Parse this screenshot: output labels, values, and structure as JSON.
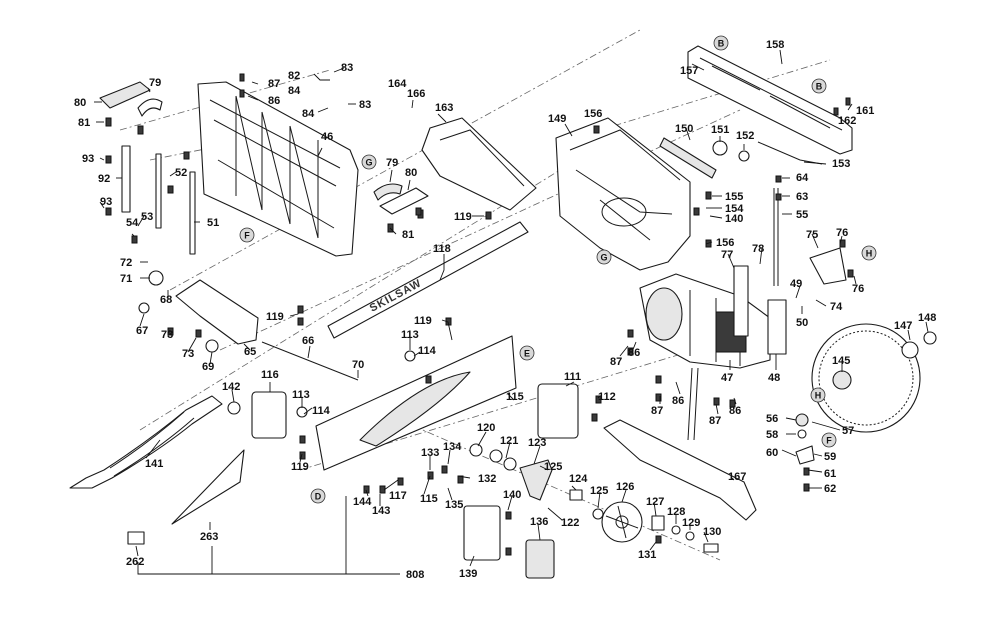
{
  "diagram": {
    "brand_text": "SKILSAW",
    "callouts": {
      "c1": "158",
      "c2": "157",
      "c3": "161",
      "c4": "162",
      "c5": "153",
      "c6": "150",
      "c7": "151",
      "c8": "152",
      "c9": "149",
      "c10": "156",
      "c11": "164",
      "c12": "166",
      "c13": "163",
      "c14": "83",
      "c15": "82",
      "c16": "84",
      "c17": "83",
      "c18": "84",
      "c19": "87",
      "c20": "86",
      "c21": "80",
      "c22": "79",
      "c23": "81",
      "c24": "46",
      "c25": "93",
      "c26": "92",
      "c27": "52",
      "c28": "93",
      "c29": "53",
      "c30": "54",
      "c31": "51",
      "c32": "79",
      "c33": "80",
      "c34": "81",
      "c35": "119",
      "c36": "118",
      "c37": "64",
      "c38": "63",
      "c39": "55",
      "c40": "155",
      "c41": "154",
      "c42": "140",
      "c43": "156",
      "c44": "72",
      "c45": "71",
      "c46": "68",
      "c47": "67",
      "c48": "73",
      "c49": "73",
      "c50": "69",
      "c51": "65",
      "c52": "66",
      "c53": "70",
      "c54": "119",
      "c55": "119",
      "c56": "113",
      "c57": "114",
      "c58": "77",
      "c59": "78",
      "c60": "75",
      "c61": "76",
      "c62": "76",
      "c63": "49",
      "c64": "74",
      "c65": "50",
      "c66": "147",
      "c67": "148",
      "c68": "145",
      "c69": "87",
      "c70": "86",
      "c71": "47",
      "c72": "48",
      "c73": "87",
      "c74": "86",
      "c75": "87",
      "c76": "86",
      "c77": "142",
      "c78": "116",
      "c79": "113",
      "c80": "114",
      "c81": "111",
      "c82": "112",
      "c83": "115",
      "c84": "141",
      "c85": "120",
      "c86": "121",
      "c87": "123",
      "c88": "134",
      "c89": "133",
      "c90": "132",
      "c91": "119",
      "c92": "144",
      "c93": "117",
      "c94": "143",
      "c95": "115",
      "c96": "135",
      "c97": "125",
      "c98": "124",
      "c99": "125",
      "c100": "126",
      "c101": "167",
      "c102": "56",
      "c103": "57",
      "c104": "58",
      "c105": "59",
      "c106": "60",
      "c107": "61",
      "c108": "62",
      "c109": "140",
      "c110": "122",
      "c111": "127",
      "c112": "128",
      "c113": "129",
      "c114": "130",
      "c115": "131",
      "c116": "136",
      "c117": "139",
      "c118": "263",
      "c119": "262",
      "c120": "808"
    },
    "refs": {
      "r1": "B",
      "r2": "B",
      "r3": "G",
      "r4": "F",
      "r5": "G",
      "r6": "H",
      "r7": "E",
      "r8": "H",
      "r9": "F",
      "r10": "D"
    }
  }
}
